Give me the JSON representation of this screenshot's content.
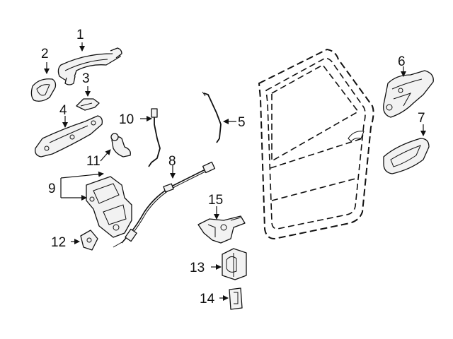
{
  "callouts": {
    "p1": "1",
    "p2": "2",
    "p3": "3",
    "p4": "4",
    "p5": "5",
    "p6": "6",
    "p7": "7",
    "p8": "8",
    "p9": "9",
    "p10": "10",
    "p11": "11",
    "p12": "12",
    "p13": "13",
    "p14": "14",
    "p15": "15"
  },
  "colors": {
    "line": "#111111",
    "fill": "#f2f2f2",
    "background": "#ffffff"
  }
}
